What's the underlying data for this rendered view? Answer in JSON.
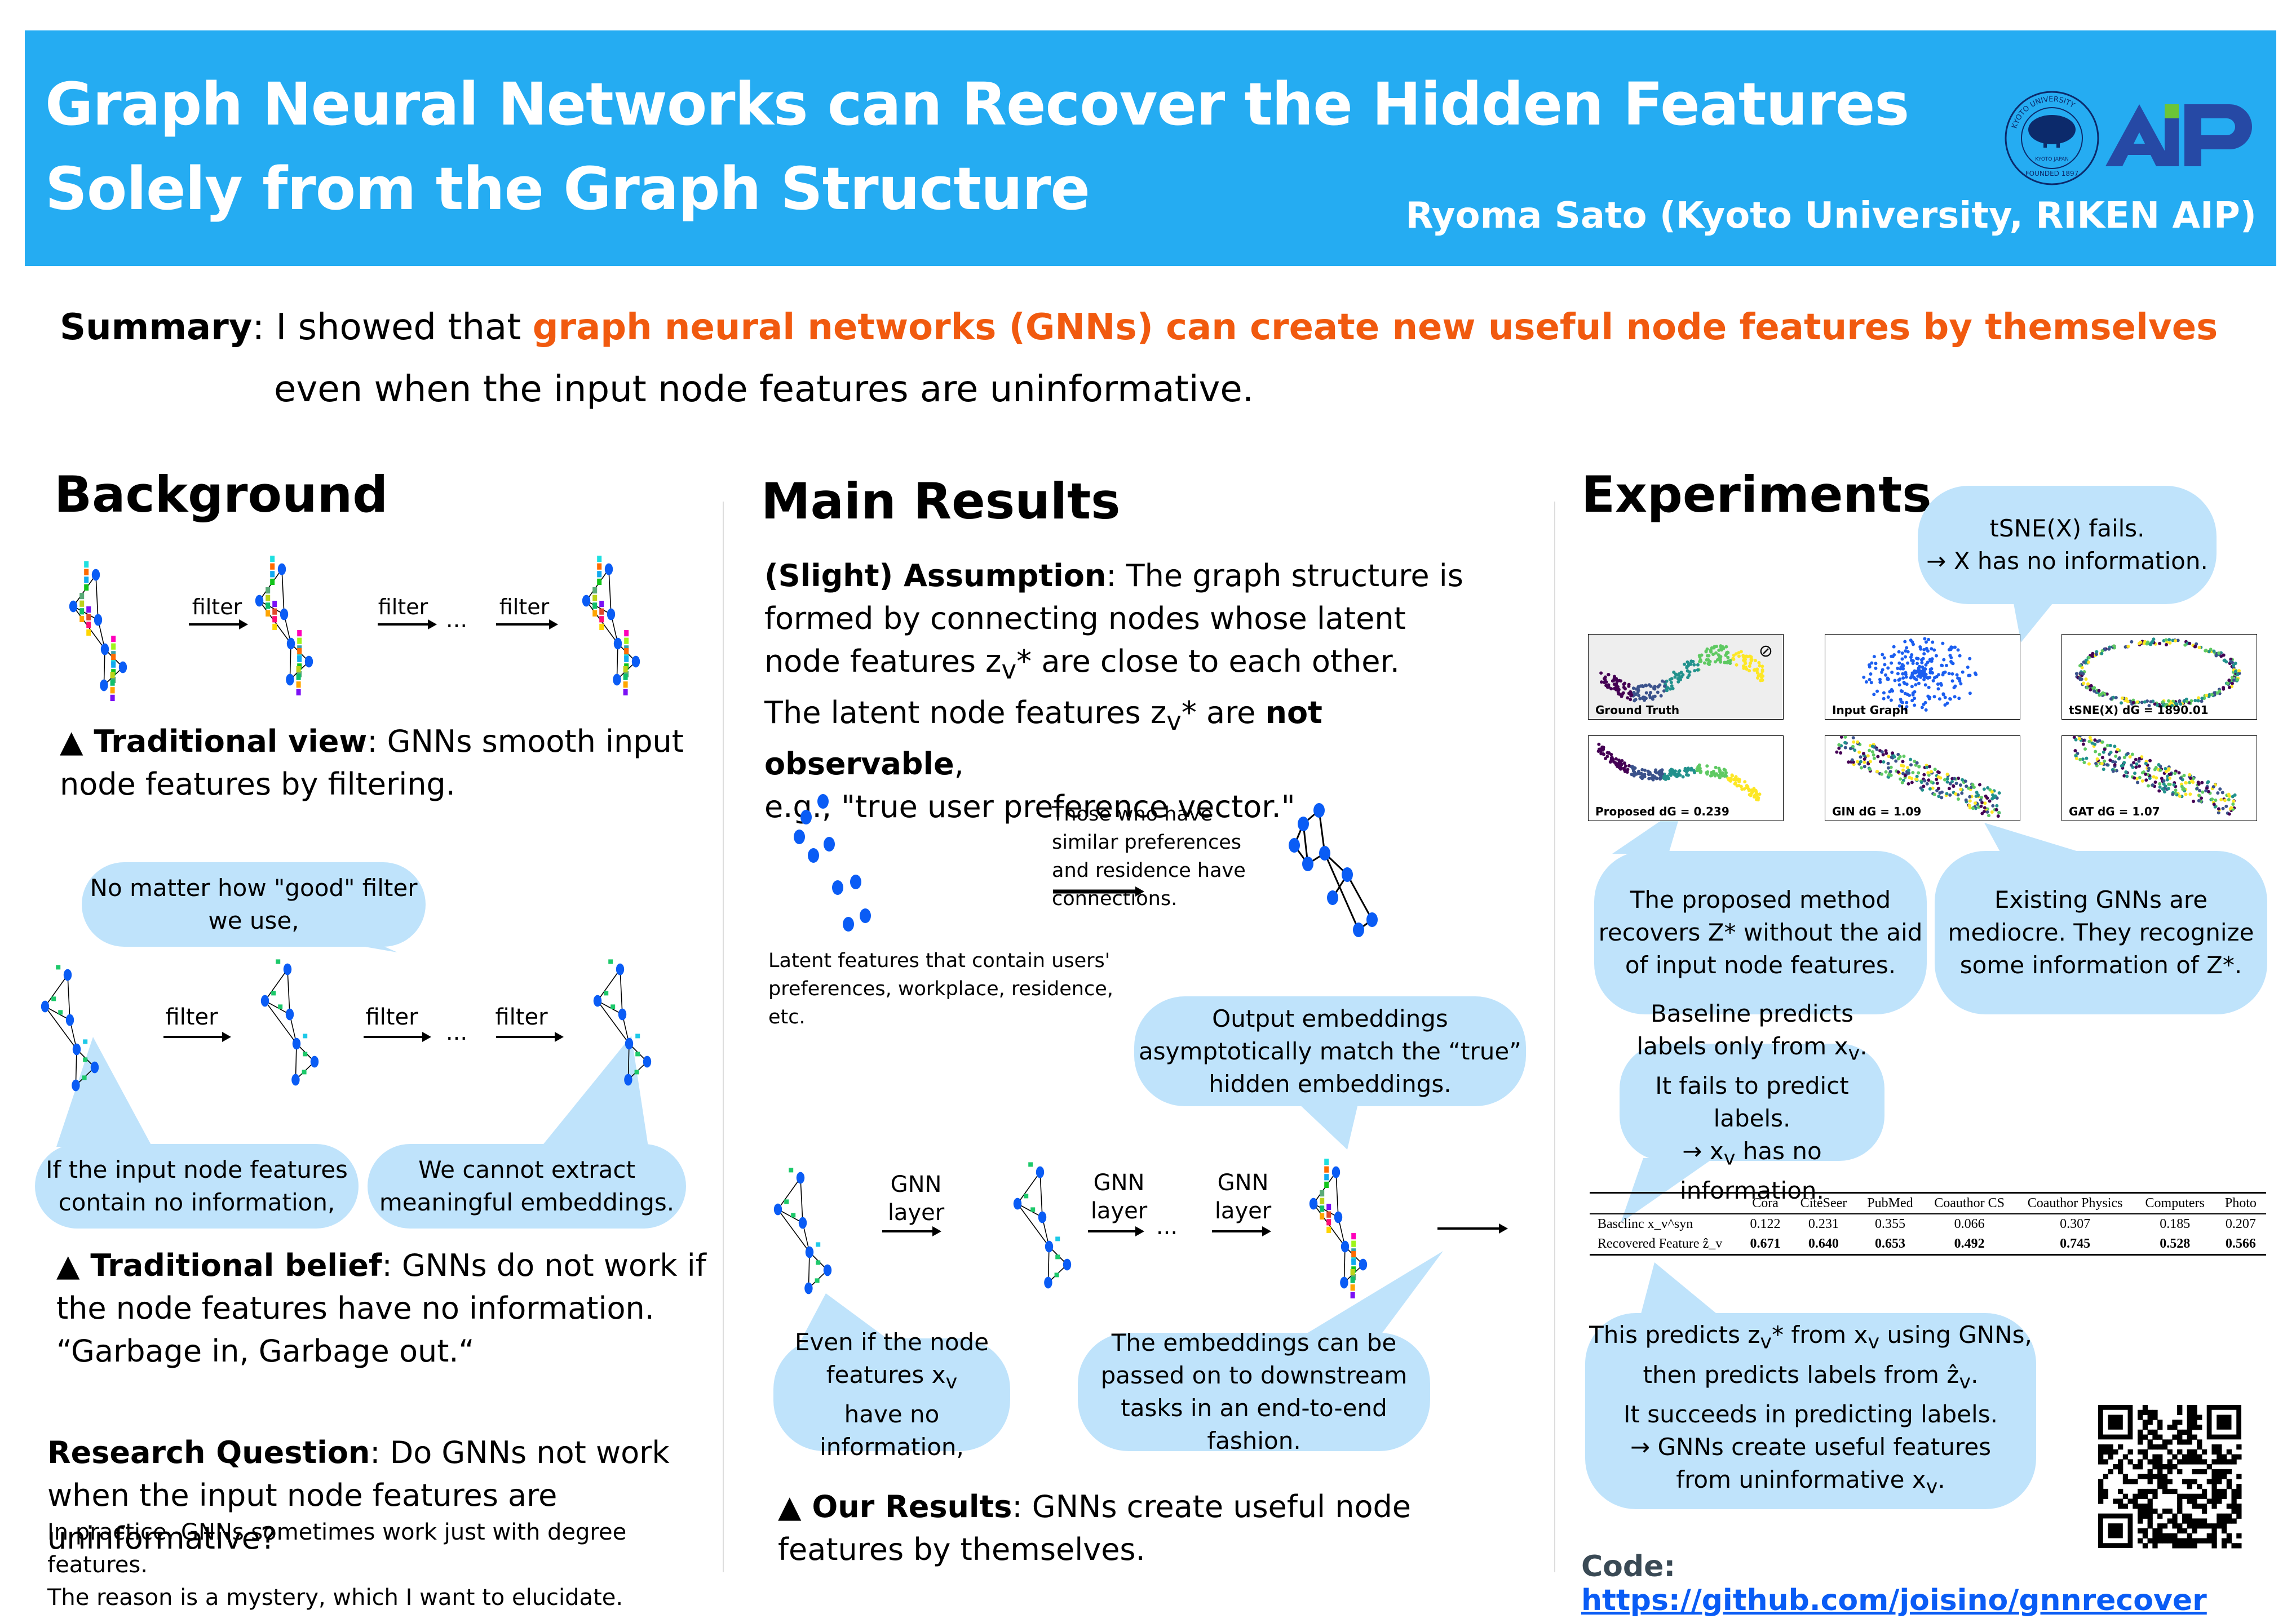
{
  "header": {
    "title_line1": "Graph Neural Networks can Recover the Hidden Features",
    "title_line2": "Solely from the Graph Structure",
    "author": "Ryoma Sato (Kyoto University, RIKEN AIP)",
    "logos": [
      "kyoto-university-seal",
      "riken-aip-logo"
    ],
    "kyoto_seal_text": "KYOTO UNIVERSITY · FOUNDED 1897",
    "aip_logo_text": "AIP"
  },
  "summary": {
    "label": "Summary",
    "prefix": ": I showed that ",
    "highlight": "graph neural networks (GNNs) can create new useful node features by themselves",
    "line2": "even when the input node features are uninformative."
  },
  "background": {
    "heading": "Background",
    "filter_label": "filter",
    "ellipsis": "...",
    "traditional_view_label": "▲ Traditional view",
    "traditional_view_text": ": GNNs smooth input node features by filtering.",
    "bubble_top": "No matter how \"good\" filter we use,",
    "bubble_left": "If the input node features contain no information,",
    "bubble_right": "We cannot extract meaningful embeddings.",
    "traditional_belief_label": "▲ Traditional belief",
    "traditional_belief_text": ": GNNs do not work if the node features have no information.",
    "garbage_quote": "“Garbage in, Garbage out.“",
    "rq_label": "Research Question",
    "rq_text": ": Do GNNs not work when the input node features are uninformative?",
    "rq_note1": "In practice, GNNs sometimes work just with degree features.",
    "rq_note2": "The reason is a mystery, which I want to elucidate."
  },
  "main": {
    "heading": "Main Results",
    "assumption_label": "(Slight) Assumption",
    "assumption_text1": ": The graph structure is formed by connecting nodes whose latent node features z",
    "assumption_text2": "* are close to each other.",
    "latent_text1": "The latent node features z",
    "latent_text2": "* are ",
    "latent_bold": "not observable",
    "latent_text3": ",",
    "latent_example": "e.g., \"true user preference vector.\"",
    "subscript_v": "v",
    "arrow_caption": "Those who have similar preferences and residence have connections.",
    "latent_caption": "Latent features that contain users' preferences, workplace, residence, etc.",
    "bubble_output": "Output embeddings asymptotically match the “true” hidden embeddings.",
    "gnn_layer_label": "GNN layer",
    "ellipsis": "...",
    "bubble_even_if_1": "Even if the node features x",
    "bubble_even_if_2": "have no information,",
    "bubble_downstream": "The embeddings can be passed on to downstream tasks in an end-to-end fashion.",
    "our_results_label": "▲ Our Results",
    "our_results_text": ": GNNs create useful node features by themselves."
  },
  "experiments": {
    "heading": "Experiments",
    "bubble_tsne": "tSNE(X) fails.\n→ X has no information.",
    "panels": [
      {
        "label": "Ground Truth",
        "metric": "",
        "icon": "eye-slash-icon"
      },
      {
        "label": "Input Graph",
        "metric": ""
      },
      {
        "label": "tSNE(X)",
        "metric": "d_G = 1890.01"
      },
      {
        "label": "Proposed",
        "metric": "d_G = 0.239"
      },
      {
        "label": "GIN",
        "metric": "d_G = 1.09"
      },
      {
        "label": "GAT",
        "metric": "d_G = 1.07"
      }
    ],
    "bubble_proposed": "The proposed method recovers Z* without the aid of input node features.",
    "bubble_existing": "Existing GNNs are mediocre. They recognize some information of Z*.",
    "bubble_baseline_1": "Baseline predicts labels only from x",
    "bubble_baseline_2": "It fails to predict labels.",
    "bubble_baseline_3": "→ x",
    "bubble_baseline_4": " has no information.",
    "bubble_predicts_1": "This predicts z",
    "bubble_predicts_2": "* from x",
    "bubble_predicts_3": " using GNNs,",
    "bubble_predicts_4": "then predicts labels from ẑ",
    "bubble_predicts_5": "It succeeds in predicting labels.",
    "bubble_predicts_6": "→ GNNs create useful features",
    "bubble_predicts_7": "from uninformative x",
    "table": {
      "columns": [
        "",
        "Cora",
        "CiteSeer",
        "PubMed",
        "Coauthor CS",
        "Coauthor Physics",
        "Computers",
        "Photo"
      ],
      "rows": [
        {
          "label": "Basclinc x_v^syn",
          "values": [
            "0.122",
            "0.231",
            "0.355",
            "0.066",
            "0.307",
            "0.185",
            "0.207"
          ],
          "bold": false
        },
        {
          "label": "Recovered Feature ẑ_v",
          "values": [
            "0.671",
            "0.640",
            "0.653",
            "0.492",
            "0.745",
            "0.528",
            "0.566"
          ],
          "bold": true
        }
      ]
    },
    "code_label": "Code: ",
    "code_url": "https://github.com/joisino/gnnrecover",
    "qr_label": "qr-code"
  },
  "colors": {
    "header_bg": "#25acf2",
    "highlight": "#f15a0f",
    "bubble": "#bfe3fb",
    "node": "#0a5cf5",
    "link": "#0a5cf5",
    "aip_dark": "#2649a5",
    "aip_green": "#6cc537"
  }
}
